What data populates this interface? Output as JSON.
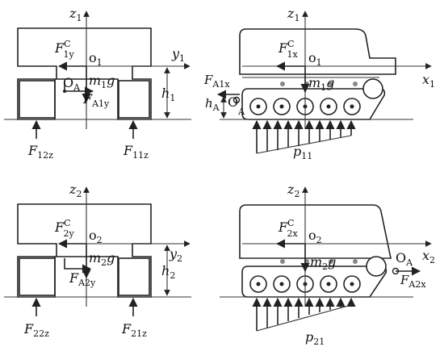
{
  "labels": {
    "p1": {
      "z_axis": "z",
      "z_sub": "1",
      "y_axis": "y",
      "y_sub": "1",
      "origin": "o",
      "origin_sub": "1",
      "inertial": "F",
      "inertial_sup": "C",
      "inertial_sub": "1y",
      "A_point": "O",
      "A_sub": "A",
      "weight_m": "m",
      "weight_sub": "1",
      "weight_g": "g",
      "FA": "F",
      "FA_sub": "A1y",
      "height": "h",
      "height_sub": "1",
      "left_force": "F",
      "left_force_sub": "12z",
      "right_force": "F",
      "right_force_sub": "11z"
    },
    "p2": {
      "z_axis": "z",
      "z_sub": "1",
      "x_axis": "x",
      "x_sub": "1",
      "origin": "o",
      "origin_sub": "1",
      "inertial": "F",
      "inertial_sup": "C",
      "inertial_sub": "1x",
      "FA": "F",
      "FA_sub": "A1x",
      "hA": "h",
      "hA_sub": "A",
      "A_point": "O",
      "A_sub": "A",
      "weight_m": "m",
      "weight_sub": "1",
      "weight_g": "g",
      "pressure": "p",
      "pressure_sub": "11"
    },
    "p3": {
      "z_axis": "z",
      "z_sub": "2",
      "y_axis": "y",
      "y_sub": "2",
      "origin": "o",
      "origin_sub": "2",
      "inertial": "F",
      "inertial_sup": "C",
      "inertial_sub": "2y",
      "weight_m": "m",
      "weight_sub": "2",
      "weight_g": "g",
      "FA": "F",
      "FA_sub": "A2y",
      "height": "h",
      "height_sub": "2",
      "left_force": "F",
      "left_force_sub": "22z",
      "right_force": "F",
      "right_force_sub": "21z"
    },
    "p4": {
      "z_axis": "z",
      "z_sub": "2",
      "x_axis": "x",
      "x_sub": "2",
      "origin": "o",
      "origin_sub": "2",
      "inertial": "F",
      "inertial_sup": "C",
      "inertial_sub": "2x",
      "weight_m": "m",
      "weight_sub": "2",
      "weight_g": "g",
      "A_point": "O",
      "A_sub": "A",
      "FA": "F",
      "FA_sub": "A2x",
      "pressure": "p",
      "pressure_sub": "21"
    }
  }
}
